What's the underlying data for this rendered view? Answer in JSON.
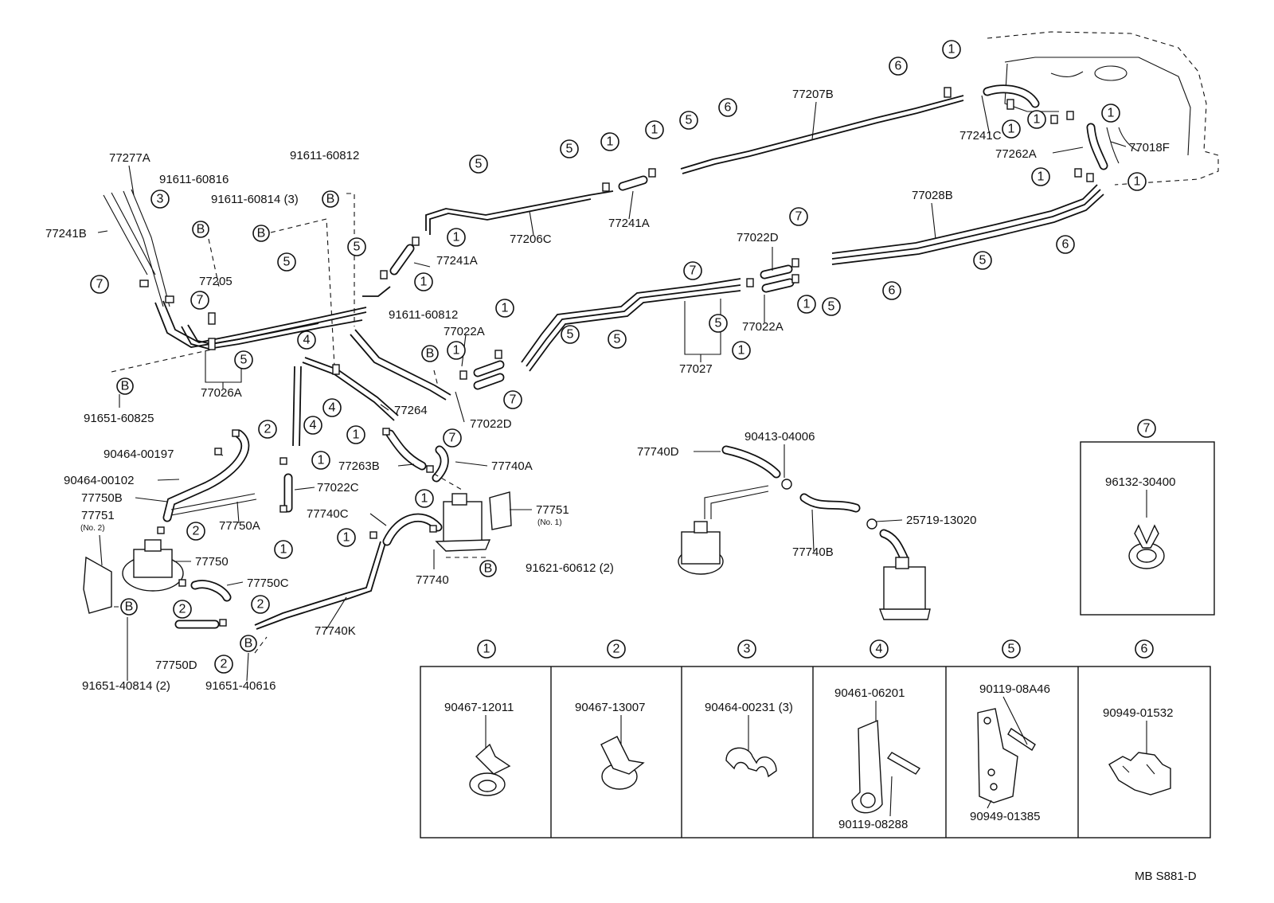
{
  "diagram_id": "MB S881-D",
  "labels": {
    "p77277A": "77277A",
    "p77241B": "77241B",
    "p91611_60816": "91611-60816",
    "p91611_60812a": "91611-60812",
    "p91611_60814": "91611-60814 (3)",
    "p77205": "77205",
    "p77026A": "77026A",
    "p91651_60825": "91651-60825",
    "p77241A_a": "77241A",
    "p77206C": "77206C",
    "p77241A_b": "77241A",
    "p77207B": "77207B",
    "p77241C": "77241C",
    "p77262A": "77262A",
    "p77018F": "77018F",
    "p77028B": "77028B",
    "p77022D_a": "77022D",
    "p77022A_a": "77022A",
    "p77027": "77027",
    "p91611_60812b": "91611-60812",
    "p77022A_b": "77022A",
    "p77022D_b": "77022D",
    "p77264": "77264",
    "p90464_00197": "90464-00197",
    "p90464_00102": "90464-00102",
    "p77750B": "77750B",
    "p77751_2": "77751",
    "p77751_2sub": "(No. 2)",
    "p77750A": "77750A",
    "p77750": "77750",
    "p77750C": "77750C",
    "p77750D": "77750D",
    "p91651_40814": "91651-40814 (2)",
    "p91651_40616": "91651-40616",
    "p77022C": "77022C",
    "p77263B": "77263B",
    "p77740A": "77740A",
    "p77740C": "77740C",
    "p77740": "77740",
    "p77751_1": "77751",
    "p77751_1sub": "(No. 1)",
    "p91621_60612": "91621-60612 (2)",
    "p77740K": "77740K",
    "p77740D": "77740D",
    "p90413_04006": "90413-04006",
    "p25719_13020": "25719-13020",
    "p77740B": "77740B",
    "p96132_30400": "96132-30400"
  },
  "legend": [
    {
      "num": "1",
      "parts": [
        "90467-12011"
      ]
    },
    {
      "num": "2",
      "parts": [
        "90467-13007"
      ]
    },
    {
      "num": "3",
      "parts": [
        "90464-00231 (3)"
      ]
    },
    {
      "num": "4",
      "parts": [
        "90461-06201",
        "90119-08288"
      ]
    },
    {
      "num": "5",
      "parts": [
        "90119-08A46",
        "90949-01385"
      ]
    },
    {
      "num": "6",
      "parts": [
        "90949-01532"
      ]
    },
    {
      "num": "7",
      "parts": [
        "96132-30400"
      ]
    }
  ],
  "markers": {
    "B": "B",
    "c1": "1",
    "c2": "2",
    "c3": "3",
    "c4": "4",
    "c5": "5",
    "c6": "6",
    "c7": "7"
  }
}
